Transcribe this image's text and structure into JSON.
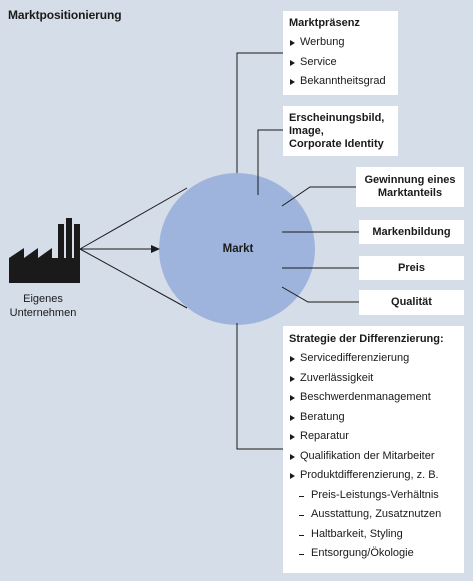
{
  "title": "Marktpositionierung",
  "center": "Markt",
  "company": {
    "line1": "Eigenes",
    "line2": "Unternehmen"
  },
  "boxes": {
    "marktpraesenz": {
      "heading": "Marktpräsenz",
      "items": [
        "Werbung",
        "Service",
        "Bekanntheitsgrad"
      ]
    },
    "erscheinungsbild": {
      "heading_lines": [
        "Erscheinungsbild,",
        "Image,",
        "Corporate Identity"
      ]
    },
    "marktanteil": {
      "lines": [
        "Gewinnung eines",
        "Marktanteils"
      ]
    },
    "markenbildung": {
      "label": "Markenbildung"
    },
    "preis": {
      "label": "Preis"
    },
    "qualitaet": {
      "label": "Qualität"
    },
    "strategie": {
      "heading": "Strategie der Differenzierung:",
      "items": [
        "Servicedifferenzierung",
        "Zuverlässigkeit",
        "Beschwerdenmanagement",
        "Beratung",
        "Reparatur",
        "Qualifikation der Mitarbeiter",
        "Produktdifferenzierung, z. B."
      ],
      "subitems": [
        "Preis-Leistungs-Verhältnis",
        "Ausstattung, Zusatznutzen",
        "Haltbarkeit, Styling",
        "Entsorgung/Ökologie"
      ]
    }
  },
  "colors": {
    "background": "#d5dde8",
    "circle": "#9fb4dd",
    "box": "#ffffff",
    "line": "#1a1a1a"
  }
}
